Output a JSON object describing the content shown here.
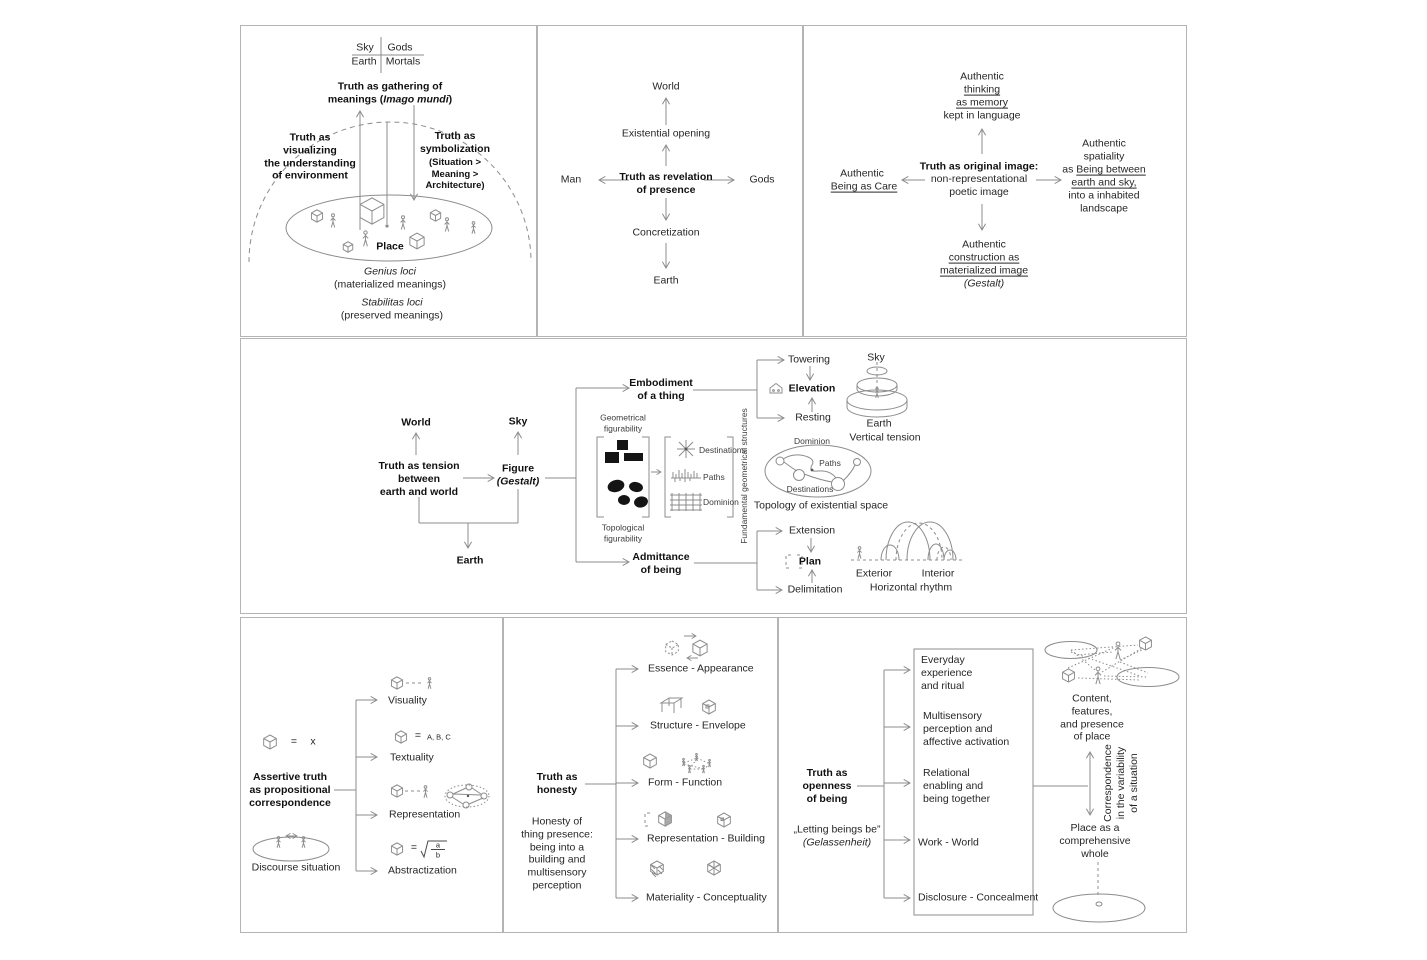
{
  "p1": {
    "sky": "Sky",
    "gods": "Gods",
    "earth": "Earth",
    "mortals": "Mortals",
    "title1": "Truth as gathering of",
    "title2_pre": "meanings (",
    "title2_it": "Imago mundi",
    "title2_post": ")",
    "left_note": "Truth as\nvisualizing\nthe understanding\nof environment",
    "right_note": "Truth as\nsymbolization",
    "right_sub": "(Situation >\nMeaning >\nArchitecture)",
    "place": "Place",
    "genius": "Genius loci",
    "genius_sub": "(materialized meanings)",
    "stabilitas": "Stabilitas loci",
    "stabilitas_sub": "(preserved meanings)"
  },
  "p2": {
    "world": "World",
    "opening": "Existential opening",
    "center": "Truth as revelation\nof presence",
    "man": "Man",
    "gods": "Gods",
    "concretization": "Concretization",
    "earth": "Earth"
  },
  "p3": {
    "top1": "Authentic",
    "top2": "thinking",
    "top3": "as memory",
    "top4": "kept in language",
    "left1": "Authentic",
    "left2": "Being as Care",
    "center1": "Truth as original image:",
    "center2": "non-representational\npoetic image",
    "right1": "Authentic",
    "right2": "spatiality",
    "right3_pre": "as ",
    "right3_u": "Being between",
    "right4": "earth and sky,",
    "right5": "into a inhabited",
    "right6": "landscape",
    "bot1": "Authentic",
    "bot2": "construction as",
    "bot3": "materialized image",
    "bot4": "(Gestalt)"
  },
  "p4": {
    "world": "World",
    "sky": "Sky",
    "main": "Truth as tension\nbetween\nearth and world",
    "figure1": "Figure",
    "figure2": "(Gestalt)",
    "earth": "Earth",
    "embodiment": "Embodiment\nof a thing",
    "admittance": "Admittance\nof being",
    "geo": "Geometrical\nfigurability",
    "topo": "Topological\nfigurability",
    "destinations": "Destinations",
    "paths": "Paths",
    "dominion": "Dominion",
    "fundamental": "Fundamental geometrical structures",
    "towering": "Towering",
    "elevation": "Elevation",
    "resting": "Resting",
    "sky2": "Sky",
    "earth2": "Earth",
    "vertical_tension": "Vertical tension",
    "dominion2": "Dominion",
    "paths2": "Paths",
    "destinations2": "Destinations",
    "topology": "Topology of existential space",
    "extension": "Extension",
    "plan": "Plan",
    "delimitation": "Delimitation",
    "exterior": "Exterior",
    "interior": "Interior",
    "horizontal_rhythm": "Horizontal rhythm"
  },
  "p5": {
    "eq1": "=",
    "x": "x",
    "main": "Assertive truth\nas propositional\ncorrespondence",
    "discourse": "Discourse situation",
    "visuality": "Visuality",
    "textuality": "Textuality",
    "representation": "Representation",
    "abstractization": "Abstractization",
    "eq2": "=",
    "abc": "A, B, C",
    "eq3": "=",
    "frac_a": "a",
    "frac_b": "b"
  },
  "p6": {
    "main": "Truth as\nhonesty",
    "sub": "Honesty of\nthing presence:\nbeing into a\nbuilding and\nmultisensory\nperception",
    "items": [
      "Essence - Appearance",
      "Structure - Envelope",
      "Form - Function",
      "Representation - Building",
      "Materiality - Conceptuality"
    ]
  },
  "p7": {
    "main": "Truth as\nopenness\nof being",
    "quote": "„Letting beings be”",
    "gelassenheit": "(Gelassenheit)",
    "items": [
      "Everyday\nexperience\nand ritual",
      "Multisensory\nperception and\naffective activation",
      "Relational\nenabling and\nbeing together",
      "Work - World",
      "Disclosure - Concealment"
    ],
    "content": "Content,\nfeatures,\nand presence\nof place",
    "correspondence": "Correspondence\nin the variability\nof a situation",
    "place_whole": "Place as a\ncomprehensive\nwhole"
  },
  "colors": {
    "line": "#8c8c8c",
    "text": "#262626",
    "ink": "#101010",
    "border": "#b4b4b4",
    "fill_black": "#141414"
  }
}
